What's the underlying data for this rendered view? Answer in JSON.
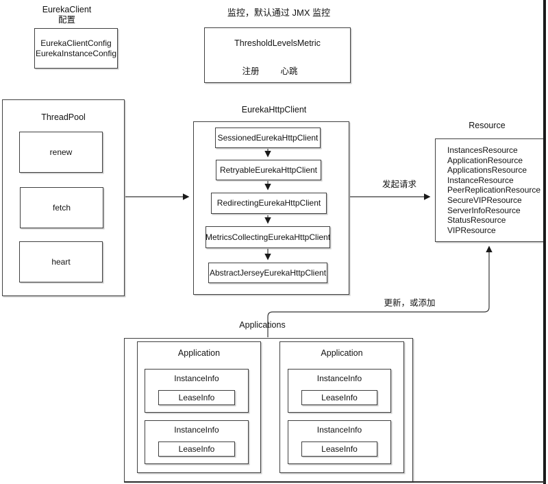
{
  "eureka_client": {
    "label": "EurekaClient",
    "label_sub": "配置",
    "config_line1": "EurekaClientConfig",
    "config_line2": "EurekaInstanceConfig"
  },
  "monitoring": {
    "label": "监控，默认通过 JMX 监控",
    "metric_title": "ThresholdLevelsMetric",
    "items": [
      "注册",
      "心跳"
    ]
  },
  "thread_pool": {
    "title": "ThreadPool",
    "tasks": [
      "renew",
      "fetch",
      "heart"
    ]
  },
  "http_client": {
    "title": "EurekaHttpClient",
    "stack": [
      "SessionedEurekaHttpClient",
      "RetryableEurekaHttpClient",
      "RedirectingEurekaHttpClient",
      "MetricsCollectingEurekaHttpClient",
      "AbstractJerseyEurekaHttpClient"
    ]
  },
  "resource": {
    "title": "Resource",
    "items": [
      "InstancesResource",
      "ApplicationResource",
      "ApplicationsResource",
      "InstanceResource",
      "PeerReplicationResource",
      "SecureVIPResource",
      "ServerInfoResource",
      "StatusResource",
      "VIPResource"
    ]
  },
  "applications": {
    "title": "Applications",
    "application_title": "Application",
    "instance_title": "InstanceInfo",
    "lease_title": "LeaseInfo"
  },
  "edges": {
    "request_label": "发起请求",
    "update_label": "更新，或添加"
  },
  "colors": {
    "line": "#333333",
    "box_border": "#3f3f3f",
    "background": "#ffffff",
    "text": "#111111"
  }
}
